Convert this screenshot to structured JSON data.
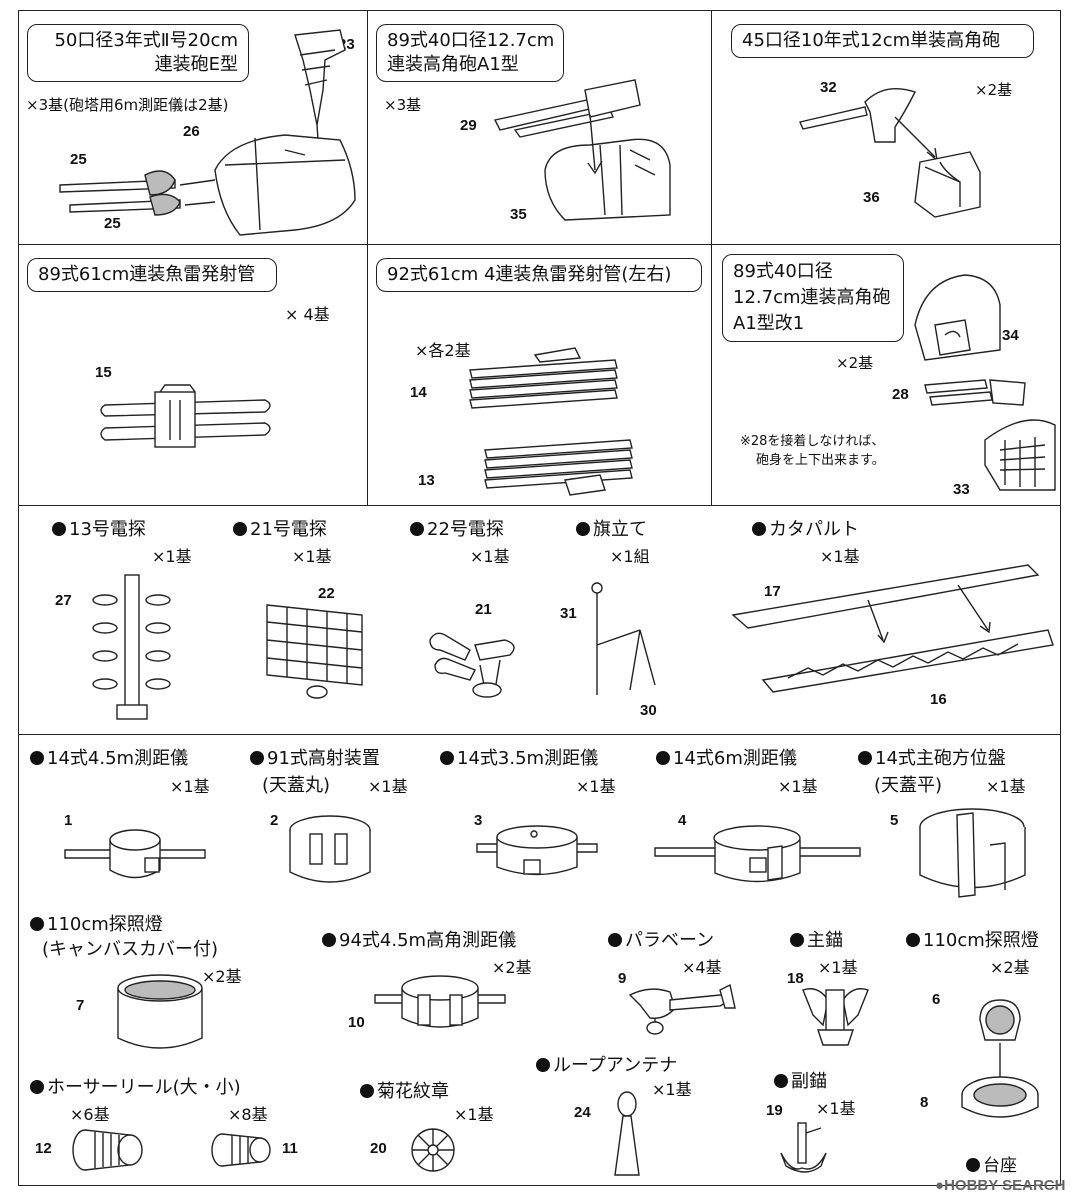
{
  "top_panels": [
    {
      "title_lines": [
        "50口径3年式Ⅱ号20cm",
        "連装砲E型"
      ],
      "qty": "×3基(砲塔用6m測距儀は2基)",
      "parts": [
        "23",
        "26",
        "25",
        "25"
      ]
    },
    {
      "title_lines": [
        "89式40口径12.7cm",
        "連装高角砲A1型"
      ],
      "qty": "×3基",
      "parts": [
        "29",
        "35"
      ]
    },
    {
      "title_lines": [
        "45口径10年式12cm単装高角砲"
      ],
      "qty": "×2基",
      "parts": [
        "32",
        "36"
      ]
    },
    {
      "title_lines": [
        "89式61cm連装魚雷発射管"
      ],
      "qty": "× 4基",
      "parts": [
        "15"
      ]
    },
    {
      "title_lines": [
        "92式61cm 4連装魚雷発射管(左右)"
      ],
      "qty": "×各2基",
      "parts": [
        "14",
        "13"
      ]
    },
    {
      "title_lines": [
        "89式40口径",
        "12.7cm連装高角砲",
        "A1型改1"
      ],
      "qty": "×2基",
      "parts": [
        "34",
        "28",
        "33"
      ],
      "note_lines": [
        "※28を接着しなければ、",
        "砲身を上下出来ます。"
      ]
    }
  ],
  "radar_row": [
    {
      "name": "13号電探",
      "qty": "×1基",
      "part": "27"
    },
    {
      "name": "21号電探",
      "qty": "×1基",
      "part": "22"
    },
    {
      "name": "22号電探",
      "qty": "×1基",
      "part": "21"
    },
    {
      "name": "旗立て",
      "qty": "×1組",
      "parts": [
        "31",
        "30"
      ]
    },
    {
      "name": "カタパルト",
      "qty": "×1基",
      "parts": [
        "17",
        "16"
      ]
    }
  ],
  "rangefinder_row": [
    {
      "name": "14式4.5m測距儀",
      "qty": "×1基",
      "part": "1"
    },
    {
      "name": "91式高射装置",
      "sub": "(天蓋丸)",
      "qty": "×1基",
      "part": "2"
    },
    {
      "name": "14式3.5m測距儀",
      "qty": "×1基",
      "part": "3"
    },
    {
      "name": "14式6m測距儀",
      "qty": "×1基",
      "part": "4"
    },
    {
      "name": "14式主砲方位盤",
      "sub": "(天蓋平)",
      "qty": "×1基",
      "part": "5"
    }
  ],
  "misc": [
    {
      "name": "110cm探照燈",
      "sub": "(キャンバスカバー付)",
      "qty": "×2基",
      "part": "7"
    },
    {
      "name": "94式4.5m高角測距儀",
      "qty": "×2基",
      "part": "10"
    },
    {
      "name": "パラベーン",
      "qty": "×4基",
      "part": "9"
    },
    {
      "name": "主錨",
      "qty": "×1基",
      "part": "18"
    },
    {
      "name": "110cm探照燈",
      "qty": "×2基",
      "parts": [
        "6",
        "8"
      ],
      "base_label": "台座"
    },
    {
      "name": "ホーサーリール(大・小)",
      "qty_large": "×6基",
      "qty_small": "×8基",
      "parts": [
        "12",
        "11"
      ]
    },
    {
      "name": "菊花紋章",
      "qty": "×1基",
      "part": "20"
    },
    {
      "name": "ループアンテナ",
      "qty": "×1基",
      "part": "24"
    },
    {
      "name": "副錨",
      "qty": "×1基",
      "part": "19"
    }
  ],
  "watermark": "HOBBY SEARCH"
}
